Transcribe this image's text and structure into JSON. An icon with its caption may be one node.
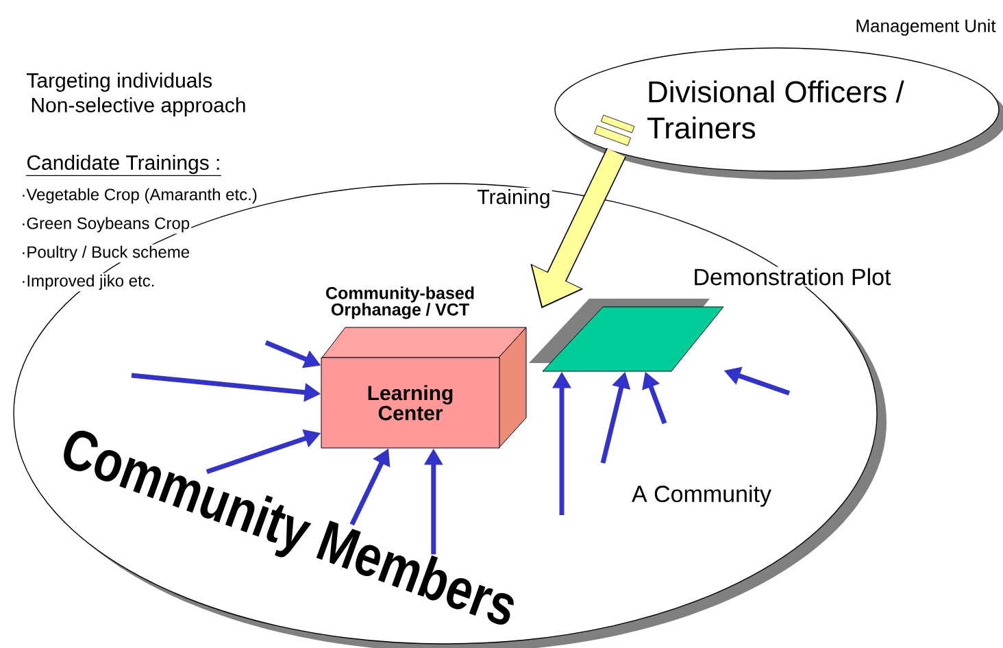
{
  "diagram": {
    "nodes": [
      {
        "text": [
          "A Community"
        ]
      },
      {
        "text": [
          "Divisional Officers / Trainers"
        ],
        "beside": [
          "Management Unit"
        ]
      },
      {
        "text": [
          "Community-based Orphanage / VCT",
          "Learning Center"
        ],
        "in": 0
      },
      {
        "text": [
          "Demonstration Plot"
        ],
        "in": 0
      },
      {
        "text": [
          "Community Members"
        ],
        "in": 0
      }
    ],
    "edges": [
      {
        "from": 1,
        "to": 3,
        "arrow": "to",
        "label": "Training",
        "style": "thick",
        "color": "#ffff99"
      },
      {
        "from": null,
        "to": 2,
        "arrow": "to"
      },
      {
        "from": null,
        "to": 2,
        "arrow": "to"
      },
      {
        "from": 4,
        "to": 2,
        "arrow": "to"
      },
      {
        "from": 4,
        "to": 2,
        "arrow": "to"
      },
      {
        "from": 4,
        "to": 2,
        "arrow": "to"
      },
      {
        "from": null,
        "to": 3,
        "arrow": "to"
      },
      {
        "from": null,
        "to": 3,
        "arrow": "to"
      },
      {
        "from": null,
        "to": 3,
        "arrow": "to"
      },
      {
        "from": null,
        "to": 3,
        "arrow": "to"
      }
    ],
    "labels": [
      "Targeting individuals",
      "Non-selective approach",
      "Candidate Trainings :",
      "·Vegetable Crop (Amaranth etc.)",
      "·Green Soybeans Crop",
      "·Poultry / Buck scheme",
      "·Improved jiko etc."
    ]
  }
}
